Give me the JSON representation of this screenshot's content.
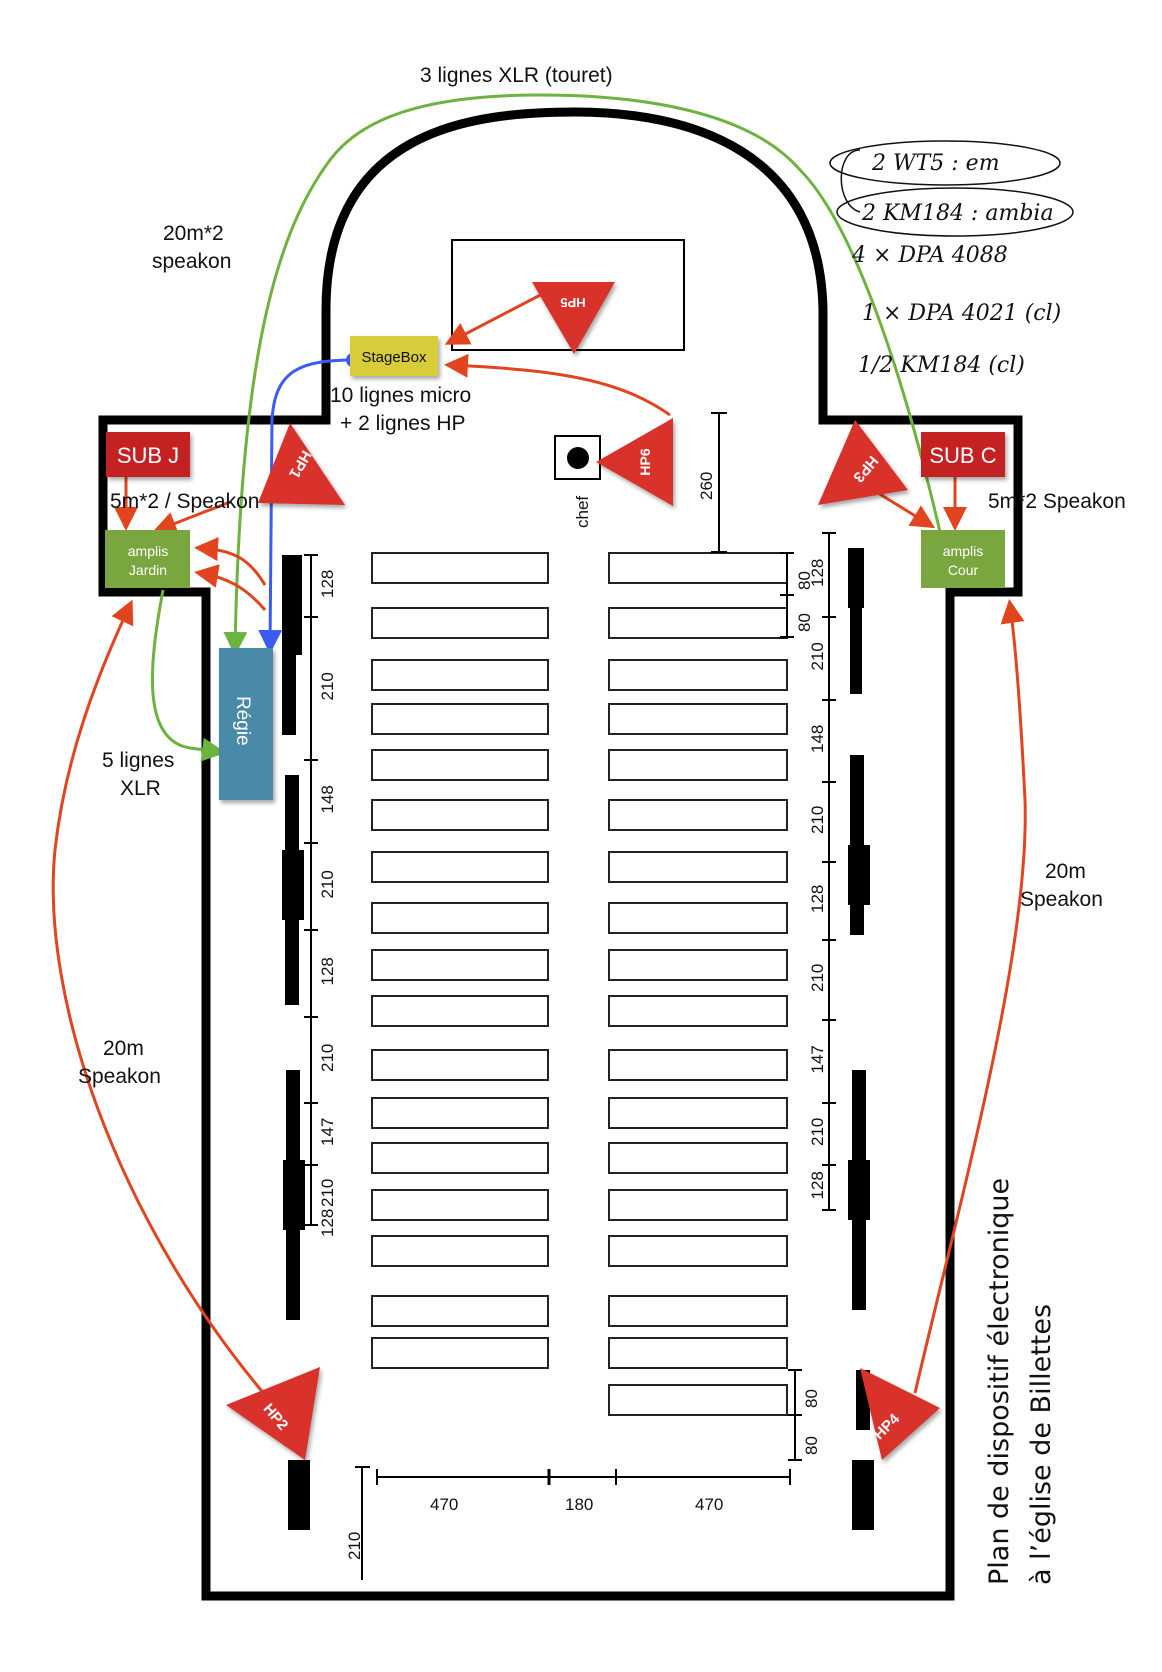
{
  "title": {
    "line1": "Plan de dispositif électronique",
    "line2": "à l’église de Billettes"
  },
  "colors": {
    "speaker_red": "#d9302a",
    "arrow_orange": "#e0451f",
    "cable_green": "#6db33f",
    "cable_blue": "#3a5cf0",
    "amp_green": "#7aa640",
    "stagebox_yellow": "#d9cc3a",
    "regie_blue": "#4a8aa8",
    "sub_red": "#c42424"
  },
  "equipment": {
    "stagebox": "StageBox",
    "regie": "Régie",
    "sub_j": "SUB J",
    "sub_c": "SUB C",
    "amplis_jardin": [
      "amplis",
      "Jardin"
    ],
    "amplis_cour": [
      "amplis",
      "Cour"
    ],
    "chef": "chef"
  },
  "speakers": [
    {
      "id": "HP1"
    },
    {
      "id": "HP2"
    },
    {
      "id": "HP3"
    },
    {
      "id": "HP4"
    },
    {
      "id": "HP5"
    },
    {
      "id": "HP6"
    }
  ],
  "cable_labels": {
    "xlr_touret": "3 lignes XLR (touret)",
    "speakon_20x2": [
      "20m*2",
      "speakon"
    ],
    "micro_lines": [
      "10 lignes micro",
      "+ 2 lignes HP"
    ],
    "speakon_5_jardin": "5m*2 / Speakon",
    "speakon_5_cour": "5m*2 Speakon",
    "xlr_5": [
      "5 lignes",
      "XLR"
    ],
    "speakon_20_left": [
      "20m",
      "Speakon"
    ],
    "speakon_20_right": [
      "20m",
      "Speakon"
    ]
  },
  "handwritten_notes": [
    "2 WT5 : em",
    "2 KM184 : ambia",
    "4 × DPA 4088",
    "1 × DPA 4021 (cl)",
    "1/2 KM184 (cl)"
  ],
  "dimensions": {
    "left_column": [
      "128",
      "210",
      "148",
      "210",
      "128",
      "210",
      "147",
      "210",
      "128"
    ],
    "right_column": [
      "128",
      "210",
      "148",
      "210",
      "128",
      "210",
      "147",
      "210",
      "128"
    ],
    "right_bench_top": [
      "80",
      "80"
    ],
    "right_bench_bottom": [
      "80",
      "80"
    ],
    "chancel_depth": "260",
    "bottom_widths": [
      "470",
      "180",
      "470"
    ],
    "bottom_left": "210"
  },
  "benches": {
    "left_rows": 17,
    "right_rows": 18
  }
}
